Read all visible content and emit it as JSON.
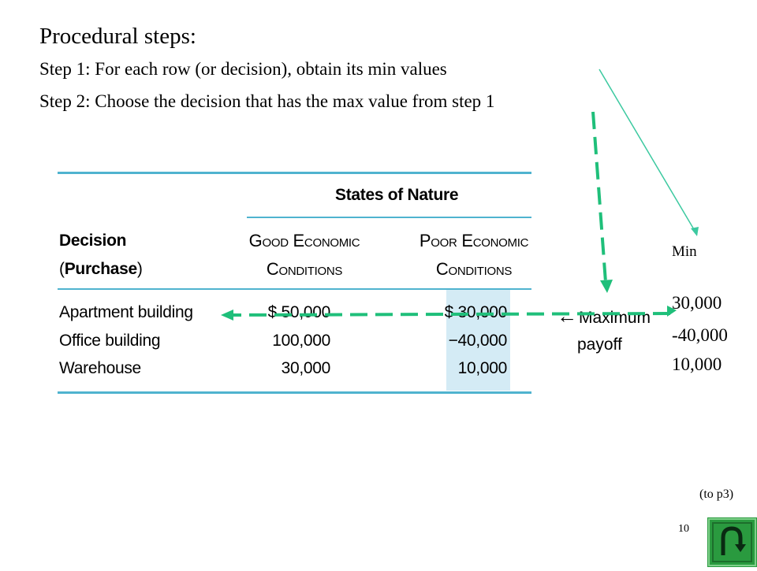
{
  "slide": {
    "title": "Procedural steps:",
    "step1": "Step 1: For each row (or decision), obtain its min values",
    "step2": "Step 2: Choose the decision that has the max value from step 1"
  },
  "table": {
    "states_header": "States of Nature",
    "decision_header_1": "Decision",
    "decision_header_2_open": "(",
    "decision_header_2_bold": "Purchase",
    "decision_header_2_close": ")",
    "good_1": "Good Economic",
    "good_2": "Conditions",
    "poor_1": "Poor Economic",
    "poor_2": "Conditions",
    "rows": [
      {
        "decision": "Apartment building",
        "good": "$ 50,000",
        "poor": "$ 30,000"
      },
      {
        "decision": "Office building",
        "good": "100,000",
        "poor": "−40,000"
      },
      {
        "decision": "Warehouse",
        "good": "30,000",
        "poor": "10,000"
      }
    ]
  },
  "annotation": {
    "arrow": "←",
    "line1": "Maximum",
    "line2": "payoff"
  },
  "min_column": {
    "header": "Min",
    "values": [
      "30,000",
      "-40,000",
      "10,000"
    ]
  },
  "footer": {
    "link": "(to p3)",
    "page_number": "10"
  },
  "colors": {
    "table_rule": "#4fb3cf",
    "highlight": "#d4ebf5",
    "dashed_arrow": "#1fbf7a",
    "thin_arrow": "#3cc9a0",
    "button_bg": "#2a9a3f"
  },
  "icons": {
    "nav_button": "u-turn-return-icon"
  }
}
